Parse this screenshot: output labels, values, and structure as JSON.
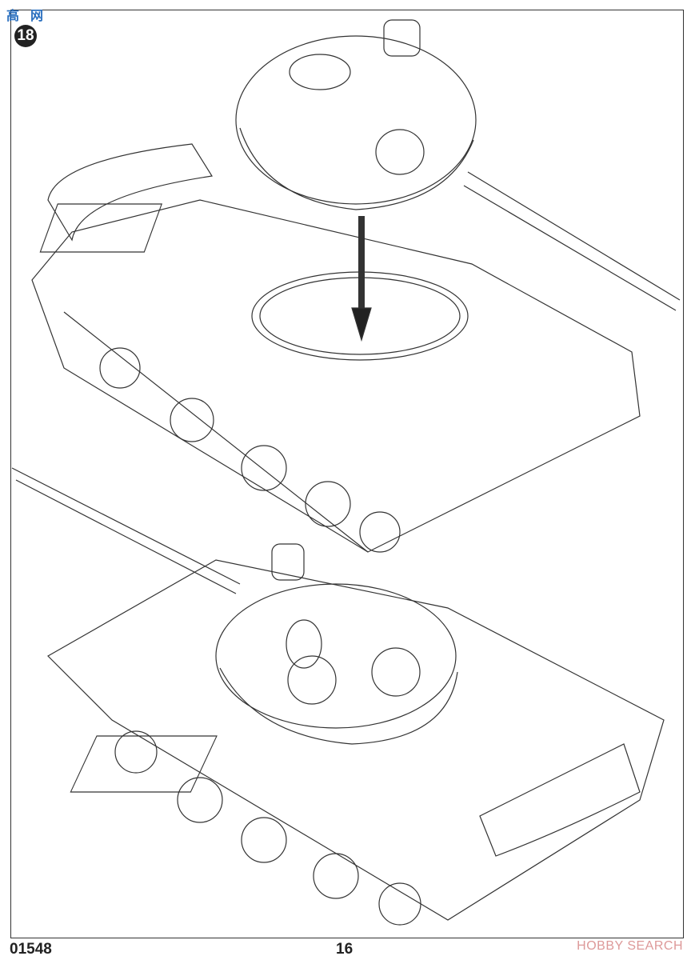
{
  "watermark": {
    "logo_text": "高网"
  },
  "step_number": "18",
  "footer": {
    "kit_code": "01548",
    "page_number": "16",
    "brand": "HOBBY SEARCH"
  },
  "colors": {
    "line": "#333333",
    "step_badge": "#222222",
    "brand": "#dd9999"
  }
}
